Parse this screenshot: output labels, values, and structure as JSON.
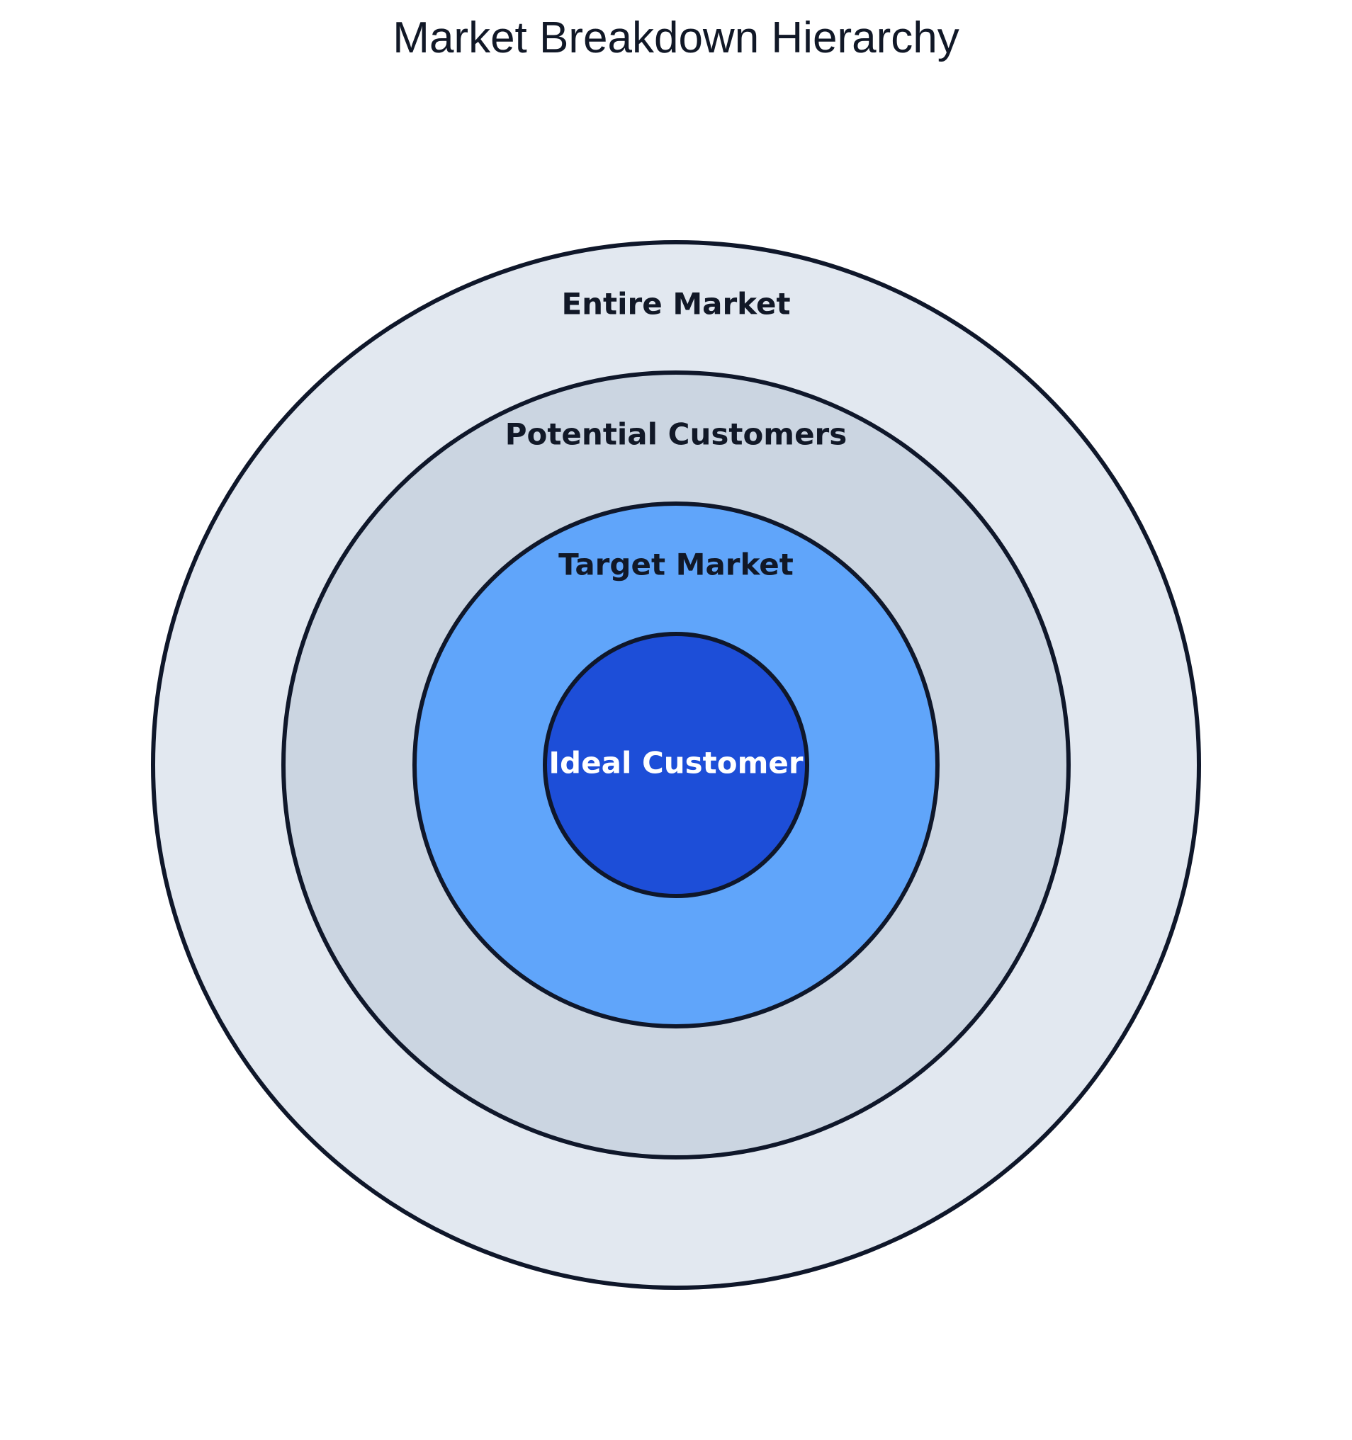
{
  "title": "Market Breakdown Hierarchy",
  "outline_color": "#0f172a",
  "rings": [
    {
      "label": "Entire Market",
      "fill": "#e2e8f0",
      "text_color": "#111827"
    },
    {
      "label": "Potential Customers",
      "fill": "#cbd5e1",
      "text_color": "#111827"
    },
    {
      "label": "Target Market",
      "fill": "#60a5fa",
      "text_color": "#111827"
    },
    {
      "label": "Ideal Customer",
      "fill": "#1d4ed8",
      "text_color": "#ffffff"
    }
  ]
}
